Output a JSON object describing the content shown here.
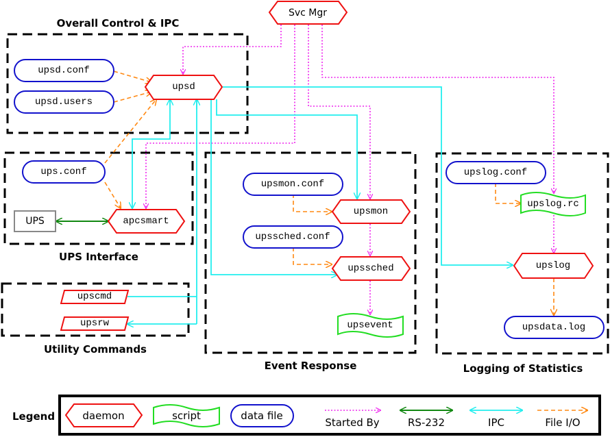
{
  "groups": {
    "overall": "Overall Control & IPC",
    "ups_interface": "UPS Interface",
    "utility": "Utility Commands",
    "event": "Event Response",
    "logging": "Logging of Statistics"
  },
  "nodes": {
    "svc_mgr": "Svc Mgr",
    "upsd": "upsd",
    "upsd_conf": "upsd.conf",
    "upsd_users": "upsd.users",
    "ups_conf": "ups.conf",
    "ups": "UPS",
    "apcsmart": "apcsmart",
    "upscmd": "upscmd",
    "upsrw": "upsrw",
    "upsmon_conf": "upsmon.conf",
    "upsmon": "upsmon",
    "upssched_conf": "upssched.conf",
    "upssched": "upssched",
    "upsevent": "upsevent",
    "upslog_conf": "upslog.conf",
    "upslog_rc": "upslog.rc",
    "upslog": "upslog",
    "upsdata_log": "upsdata.log"
  },
  "legend": {
    "title": "Legend",
    "daemon": "daemon",
    "script": "script",
    "data_file": "data file",
    "started_by": "Started By",
    "rs232": "RS-232",
    "ipc": "IPC",
    "file_io": "File I/O"
  },
  "colors": {
    "daemon": "#ee1111",
    "script": "#22dd22",
    "data_file": "#1111cc",
    "started_by": "#ee22ee",
    "rs232": "#118811",
    "ipc": "#22eeee",
    "file_io": "#ff8811",
    "box": "#000000",
    "ups_box": "#888888"
  }
}
